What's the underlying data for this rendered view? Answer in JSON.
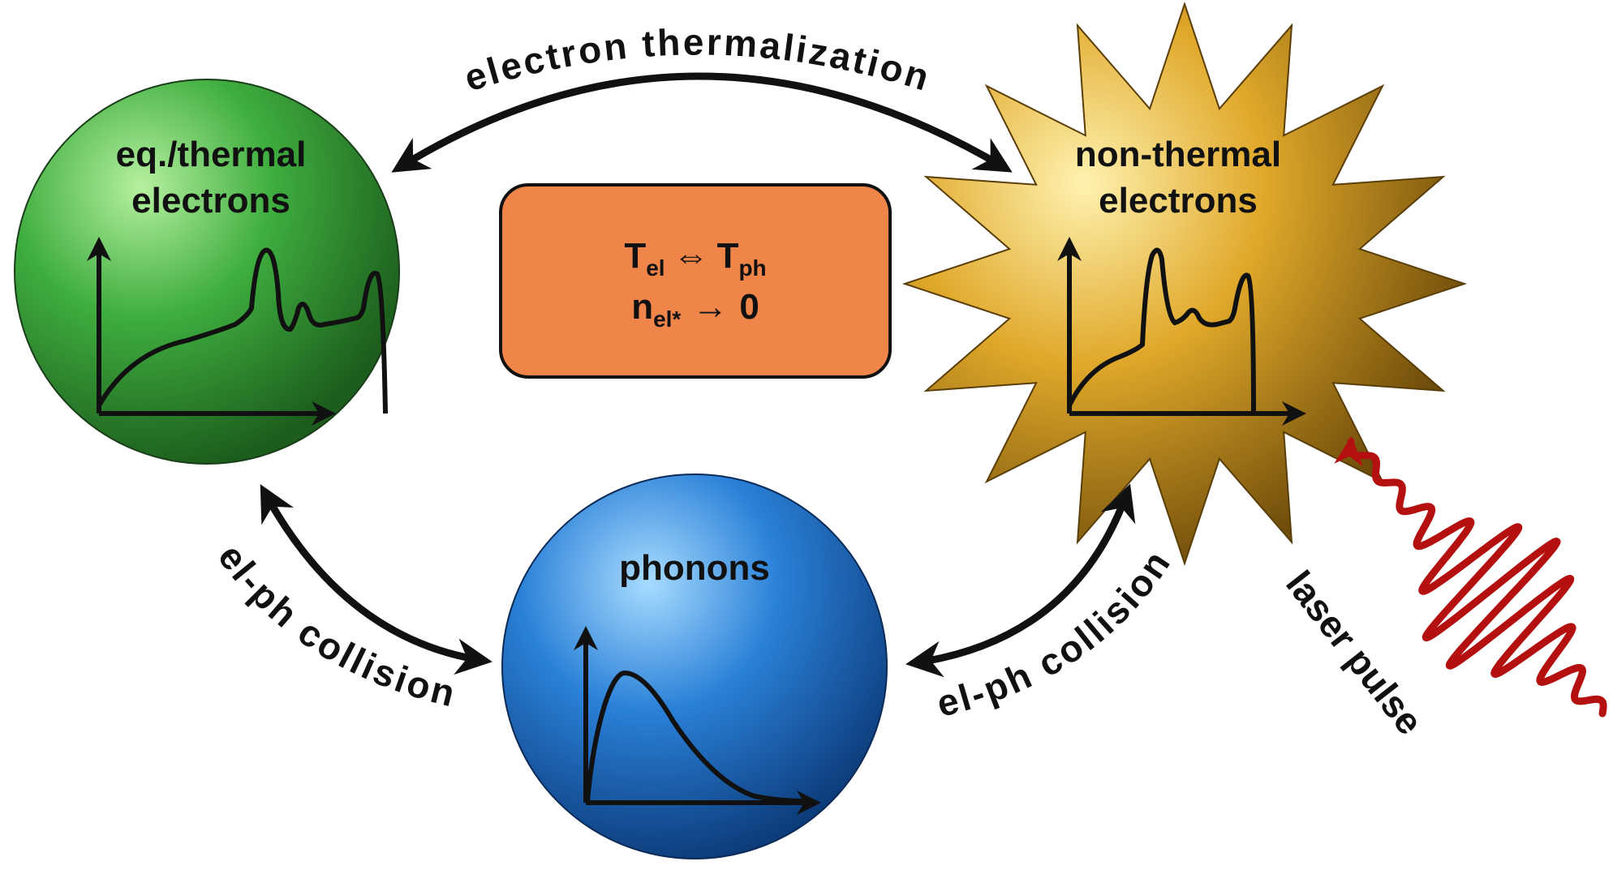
{
  "nodes": {
    "thermal": {
      "line1": "eq./thermal",
      "line2": "electrons",
      "color": "#3aa33a"
    },
    "nonthermal": {
      "line1": "non-thermal",
      "line2": "electrons",
      "color": "#d4a11f"
    },
    "phonons": {
      "label": "phonons",
      "color": "#1f6fc4"
    }
  },
  "center_box": {
    "line1_a": "T",
    "line1_a_sub": "el",
    "line1_op": "⇔",
    "line1_b": "T",
    "line1_b_sub": "ph",
    "line2_a": "n",
    "line2_a_sub": "el*",
    "line2_op": "→",
    "line2_b": "0",
    "color": "#f0854a"
  },
  "arrows": {
    "top": "electron thermalization",
    "left": "el-ph collision",
    "right": "el-ph collision",
    "laser": "laser pulse"
  },
  "colors": {
    "laser": "#b51010",
    "ink": "#111111"
  }
}
